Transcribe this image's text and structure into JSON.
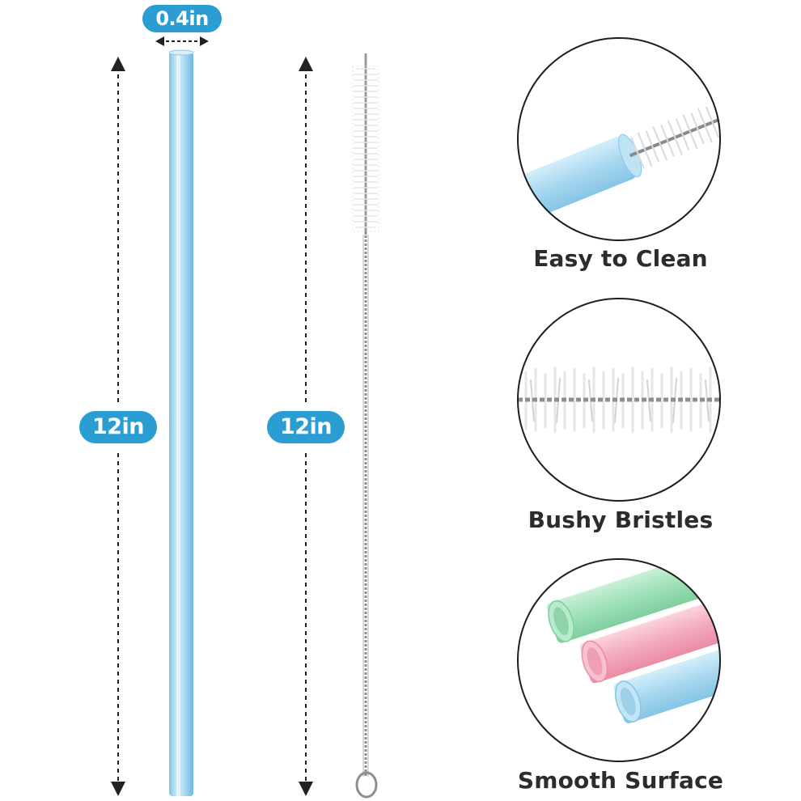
{
  "dimensions": {
    "width": "0.4in",
    "straw_length": "12in",
    "brush_length": "12in"
  },
  "features": [
    {
      "label": "Easy to Clean"
    },
    {
      "label": "Bushy Bristles"
    },
    {
      "label": "Smooth Surface"
    }
  ],
  "colors": {
    "accent": "#2a9ed3",
    "straw_blue": "#a9d8ef",
    "straw_green": "#9fe0b8",
    "straw_pink": "#f4a9bd",
    "caption_text": "#2c2c2c"
  }
}
